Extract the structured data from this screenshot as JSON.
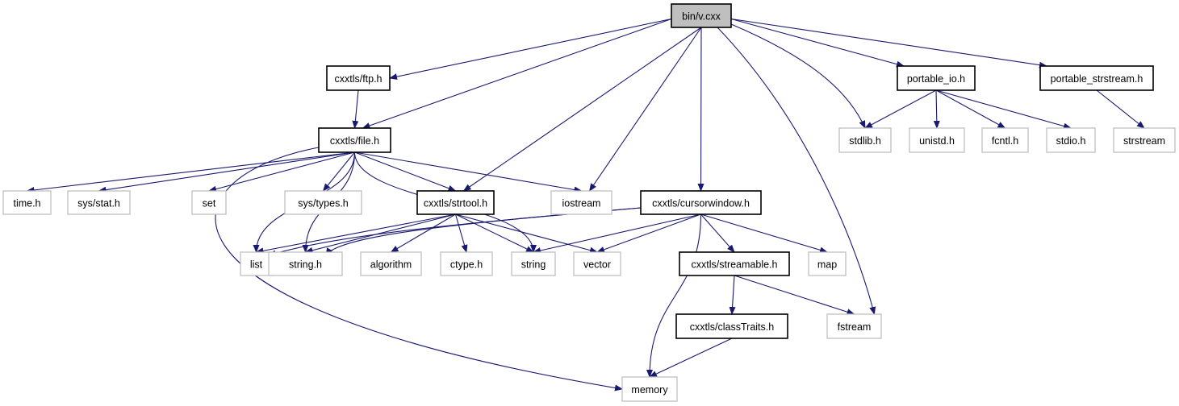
{
  "graph": {
    "title": "bin/v.cxx",
    "nodes": {
      "v": {
        "label": "bin/v.cxx",
        "kind": "root"
      },
      "ftp": {
        "label": "cxxtls/ftp.h",
        "kind": "local"
      },
      "file": {
        "label": "cxxtls/file.h",
        "kind": "local"
      },
      "time": {
        "label": "time.h",
        "kind": "system"
      },
      "stat": {
        "label": "sys/stat.h",
        "kind": "system"
      },
      "set": {
        "label": "set",
        "kind": "system"
      },
      "types": {
        "label": "sys/types.h",
        "kind": "system"
      },
      "strtool": {
        "label": "cxxtls/strtool.h",
        "kind": "local"
      },
      "iostream": {
        "label": "iostream",
        "kind": "system"
      },
      "cursor": {
        "label": "cxxtls/cursorwindow.h",
        "kind": "local"
      },
      "list": {
        "label": "list",
        "kind": "system"
      },
      "stringh": {
        "label": "string.h",
        "kind": "system"
      },
      "algorithm": {
        "label": "algorithm",
        "kind": "system"
      },
      "ctype": {
        "label": "ctype.h",
        "kind": "system"
      },
      "string": {
        "label": "string",
        "kind": "system"
      },
      "vector": {
        "label": "vector",
        "kind": "system"
      },
      "map": {
        "label": "map",
        "kind": "system"
      },
      "streamable": {
        "label": "cxxtls/streamable.h",
        "kind": "local"
      },
      "fstream": {
        "label": "fstream",
        "kind": "system"
      },
      "classTraits": {
        "label": "cxxtls/classTraits.h",
        "kind": "local"
      },
      "memory": {
        "label": "memory",
        "kind": "system"
      },
      "portable_io": {
        "label": "portable_io.h",
        "kind": "local"
      },
      "portable_strstream": {
        "label": "portable_strstream.h",
        "kind": "local"
      },
      "stdlib": {
        "label": "stdlib.h",
        "kind": "system"
      },
      "unistd": {
        "label": "unistd.h",
        "kind": "system"
      },
      "fcntl": {
        "label": "fcntl.h",
        "kind": "system"
      },
      "stdio": {
        "label": "stdio.h",
        "kind": "system"
      },
      "strstream": {
        "label": "strstream",
        "kind": "system"
      }
    },
    "edges": [
      [
        "v",
        "ftp"
      ],
      [
        "v",
        "file"
      ],
      [
        "v",
        "strtool"
      ],
      [
        "v",
        "iostream"
      ],
      [
        "v",
        "cursor"
      ],
      [
        "v",
        "fstream"
      ],
      [
        "v",
        "stdlib"
      ],
      [
        "v",
        "portable_io"
      ],
      [
        "v",
        "portable_strstream"
      ],
      [
        "ftp",
        "file"
      ],
      [
        "file",
        "time"
      ],
      [
        "file",
        "stat"
      ],
      [
        "file",
        "memory"
      ],
      [
        "file",
        "set"
      ],
      [
        "file",
        "list"
      ],
      [
        "file",
        "types"
      ],
      [
        "file",
        "stringh"
      ],
      [
        "file",
        "strtool"
      ],
      [
        "file",
        "string"
      ],
      [
        "file",
        "iostream"
      ],
      [
        "strtool",
        "list"
      ],
      [
        "strtool",
        "stringh"
      ],
      [
        "strtool",
        "algorithm"
      ],
      [
        "strtool",
        "ctype"
      ],
      [
        "strtool",
        "string"
      ],
      [
        "strtool",
        "vector"
      ],
      [
        "cursor",
        "list"
      ],
      [
        "cursor",
        "stringh"
      ],
      [
        "cursor",
        "string"
      ],
      [
        "cursor",
        "vector"
      ],
      [
        "cursor",
        "memory"
      ],
      [
        "cursor",
        "streamable"
      ],
      [
        "cursor",
        "map"
      ],
      [
        "streamable",
        "classTraits"
      ],
      [
        "streamable",
        "fstream"
      ],
      [
        "classTraits",
        "memory"
      ],
      [
        "portable_io",
        "stdlib"
      ],
      [
        "portable_io",
        "unistd"
      ],
      [
        "portable_io",
        "fcntl"
      ],
      [
        "portable_io",
        "stdio"
      ],
      [
        "portable_strstream",
        "strstream"
      ]
    ],
    "colors": {
      "edge": "#191970",
      "root_fill": "#bfbfbf",
      "system_border": "#bfbfbf",
      "local_border": "#000000"
    }
  }
}
